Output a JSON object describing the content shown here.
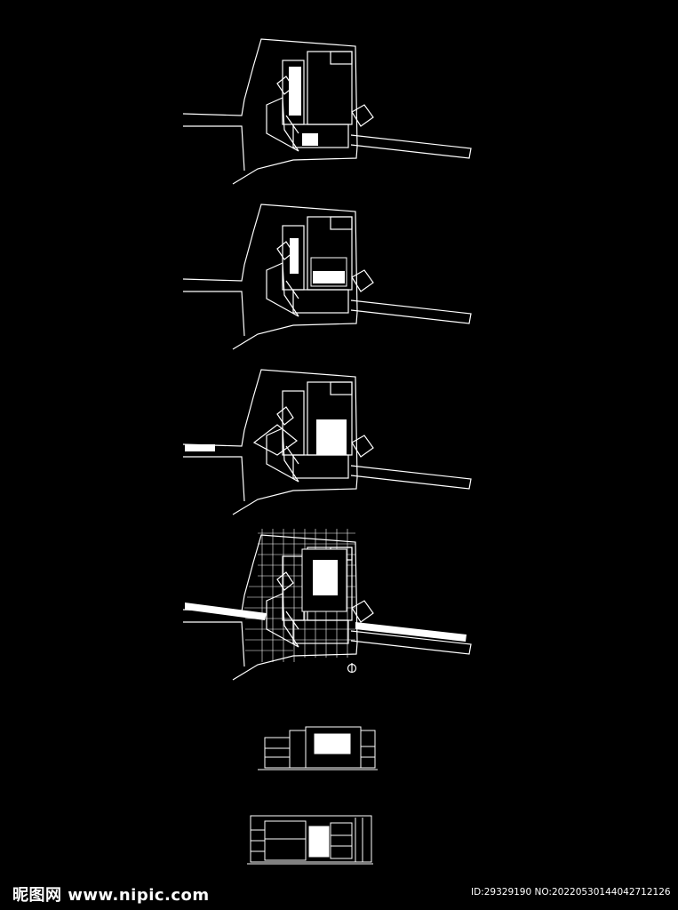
{
  "drawing": {
    "background": "#000000",
    "line_color": "#ffffff",
    "plans": [
      {
        "name": "plan-level-1"
      },
      {
        "name": "plan-level-2"
      },
      {
        "name": "plan-level-3"
      },
      {
        "name": "site-plan"
      }
    ],
    "sections": [
      {
        "name": "section-1"
      },
      {
        "name": "section-2"
      }
    ],
    "north_arrow_icon": "compass-circle-icon"
  },
  "watermark": {
    "site": "昵图网 www.nipic.com",
    "id": "ID:29329190 NO:20220530144042712126"
  }
}
